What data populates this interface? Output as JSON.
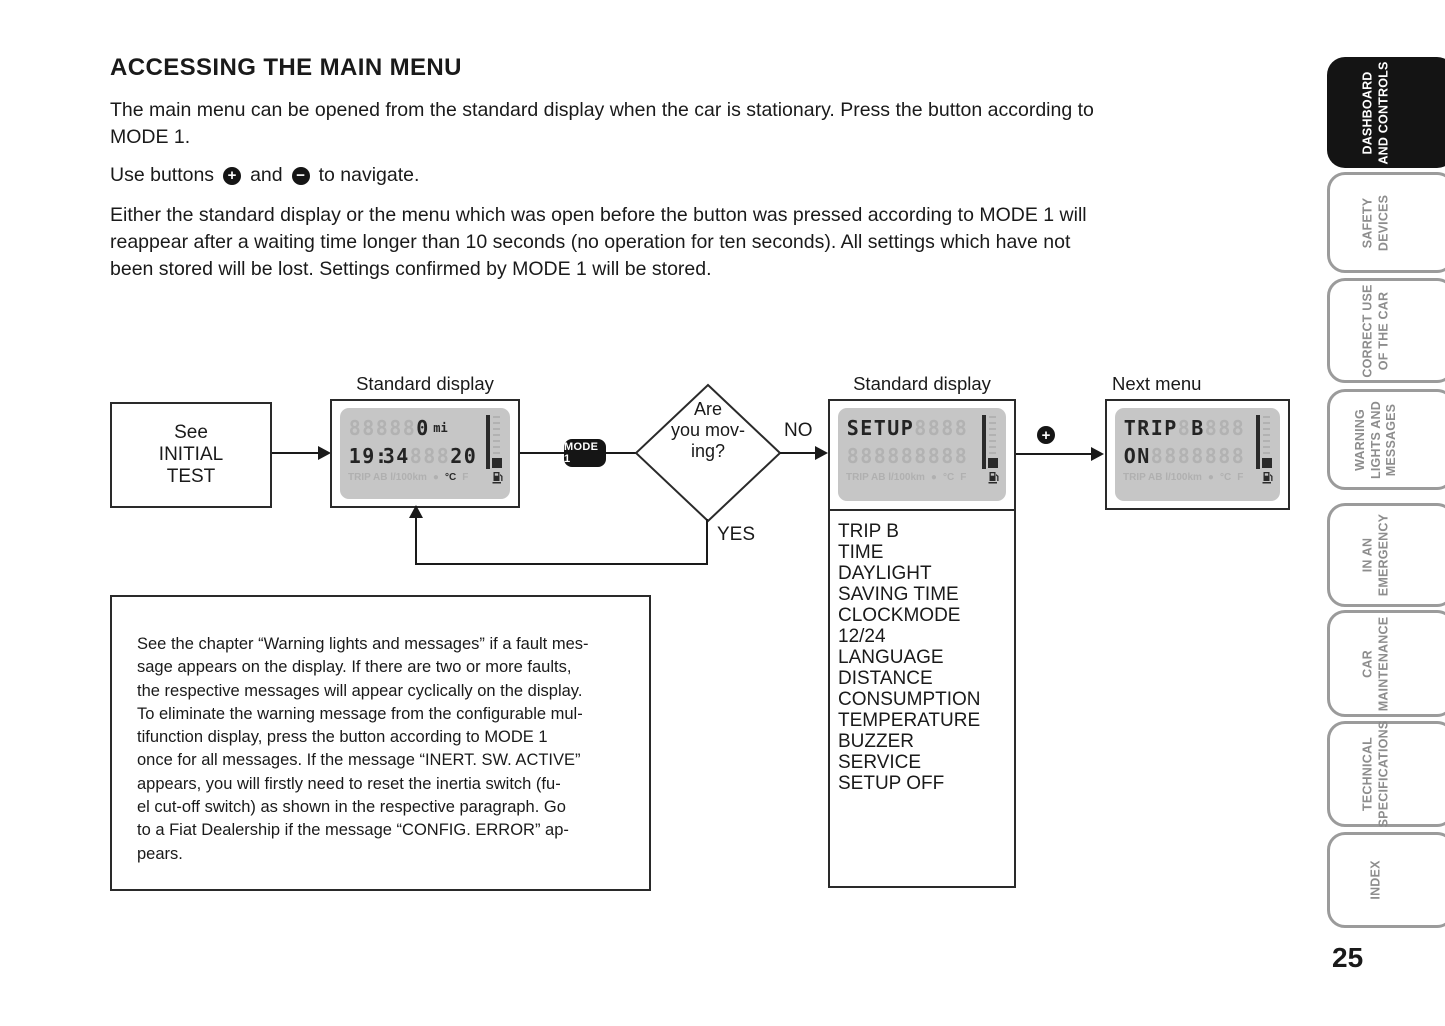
{
  "header": {
    "title": "ACCESSING THE MAIN MENU"
  },
  "intro": {
    "p1": "The main menu can be opened from the standard display when the car is stationary. Press the button according to\nMODE 1.",
    "use_buttons_prefix": "Use buttons",
    "plus_icon": "+",
    "use_buttons_mid": "and",
    "minus_icon": "−",
    "use_buttons_suffix": "to navigate.",
    "p3": "Either the standard display or the menu which was open before the button was pressed according to MODE 1 will\nreappear after a waiting time longer than 10 seconds (no operation for ten seconds).  All settings which have not\nbeen stored will be lost. Settings confirmed by MODE 1 will be stored."
  },
  "flowchart": {
    "initial_box": "See\nINITIAL\nTEST",
    "standard_display_label_1": "Standard display",
    "mode_button": "MODE 1",
    "decision": "Are\nyou mov-\ning?",
    "no_label": "NO",
    "yes_label": "YES",
    "standard_display_label_2": "Standard display",
    "plus_button": "+",
    "next_menu_label": "Next menu",
    "menu_items": [
      "TRIP B",
      "TIME",
      "DAYLIGHT",
      "SAVING TIME",
      "CLOCKMODE",
      "12/24",
      "LANGUAGE",
      "DISTANCE",
      "CONSUMPTION",
      "TEMPERATURE",
      "BUZZER",
      "SERVICE",
      "SETUP OFF"
    ],
    "lcd1": {
      "row1": [
        [
          "8",
          0
        ],
        [
          "8",
          0
        ],
        [
          "8",
          0
        ],
        [
          "8",
          0
        ],
        [
          "8",
          0
        ],
        [
          "0",
          1
        ],
        [
          "mi",
          1,
          "unit"
        ]
      ],
      "row2": [
        [
          "1",
          1
        ],
        [
          "9",
          1
        ],
        [
          ":",
          1,
          "colon"
        ],
        [
          "3",
          1
        ],
        [
          "4",
          1
        ],
        [
          "8",
          0
        ],
        [
          "8",
          0
        ],
        [
          "8",
          0
        ],
        [
          "2",
          1
        ],
        [
          "0",
          1
        ]
      ],
      "legend": [
        [
          "TRIP AB l/100km",
          0
        ],
        [
          "●",
          0
        ],
        [
          "°C",
          1
        ],
        [
          "F",
          0
        ]
      ],
      "pump_on": true
    },
    "lcd2": {
      "row1": [
        [
          "S",
          1
        ],
        [
          "E",
          1
        ],
        [
          "T",
          1
        ],
        [
          "U",
          1
        ],
        [
          "P",
          1
        ],
        [
          "8",
          0
        ],
        [
          "8",
          0
        ],
        [
          "8",
          0
        ],
        [
          "8",
          0
        ]
      ],
      "row2": [
        [
          "8",
          0
        ],
        [
          "8",
          0
        ],
        [
          "8",
          0
        ],
        [
          "8",
          0
        ],
        [
          "8",
          0
        ],
        [
          "8",
          0
        ],
        [
          "8",
          0
        ],
        [
          "8",
          0
        ],
        [
          "8",
          0
        ]
      ],
      "legend": [
        [
          "TRIP AB l/100km",
          0
        ],
        [
          "●",
          0
        ],
        [
          "°C",
          0
        ],
        [
          "F",
          0
        ]
      ],
      "pump_on": true
    },
    "lcd3": {
      "row1": [
        [
          "T",
          1
        ],
        [
          "R",
          1
        ],
        [
          "I",
          1
        ],
        [
          "P",
          1
        ],
        [
          "8",
          0
        ],
        [
          "B",
          1
        ],
        [
          "8",
          0
        ],
        [
          "8",
          0
        ],
        [
          "8",
          0
        ]
      ],
      "row2": [
        [
          "O",
          1
        ],
        [
          "N",
          1
        ],
        [
          "8",
          0
        ],
        [
          "8",
          0
        ],
        [
          "8",
          0
        ],
        [
          "8",
          0
        ],
        [
          "8",
          0
        ],
        [
          "8",
          0
        ],
        [
          "8",
          0
        ]
      ],
      "legend": [
        [
          "TRIP AB l/100km",
          0
        ],
        [
          "●",
          0
        ],
        [
          "°C",
          0
        ],
        [
          "F",
          0
        ]
      ],
      "pump_on": true
    }
  },
  "note_box": {
    "text": "See the chapter “Warning lights and messages” if a fault mes-\nsage appears on the display. If there are two or more faults,\nthe respective messages will appear cyclically on the display.\nTo eliminate the warning message from the configurable mul-\ntifunction display, press the button according to MODE 1\nonce for all messages. If the message “INERT. SW. ACTIVE”\nappears, you will firstly need to reset the inertia switch (fu-\nel cut-off switch) as shown in the respective paragraph. Go\nto a Fiat Dealership if the message “CONFIG. ERROR” ap-\npears."
  },
  "sidebar": {
    "tabs": [
      {
        "label": "DASHBOARD\nAND CONTROLS",
        "active": true
      },
      {
        "label": "SAFETY\nDEVICES",
        "active": false
      },
      {
        "label": "CORRECT USE\nOF THE CAR",
        "active": false
      },
      {
        "label": "WARNING\nLIGHTS AND\nMESSAGES",
        "active": false
      },
      {
        "label": "IN AN\nEMERGENCY",
        "active": false
      },
      {
        "label": "CAR\nMAINTENANCE",
        "active": false
      },
      {
        "label": "TECHNICAL\nSPECIFICATIONS",
        "active": false
      },
      {
        "label": "INDEX",
        "active": false
      }
    ],
    "page_number": "25"
  }
}
